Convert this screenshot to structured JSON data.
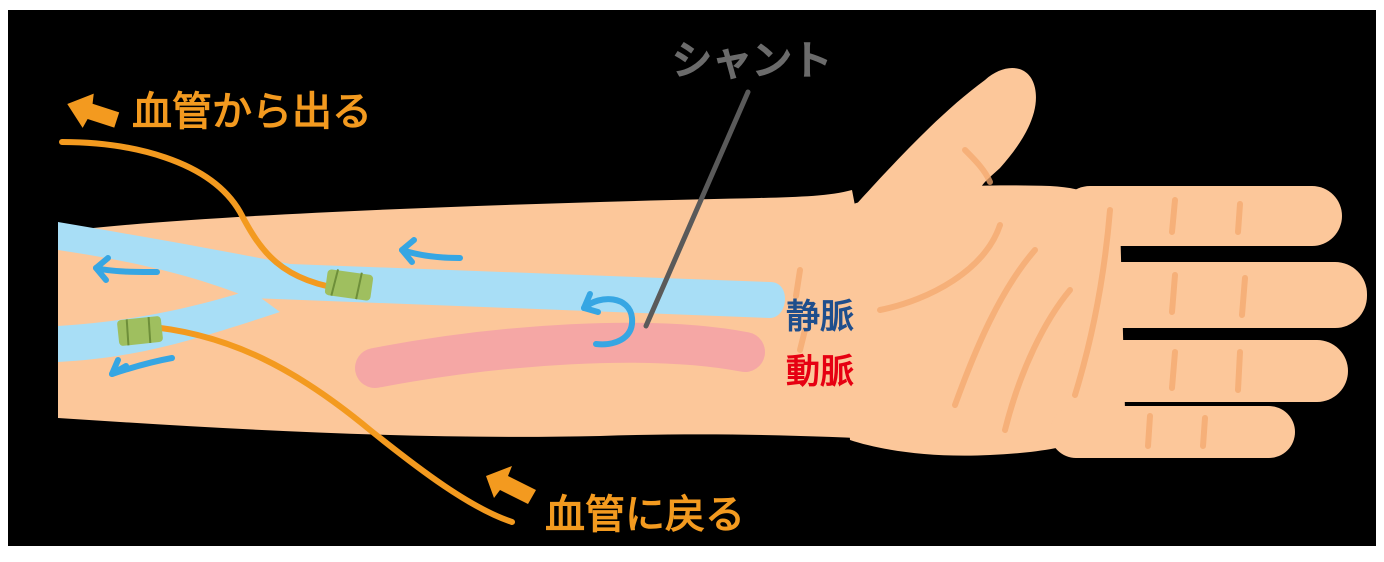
{
  "labels": {
    "shunt": "シャント",
    "blood_out": "血管から出る",
    "blood_return": "血管に戻る",
    "vein": "静脈",
    "artery": "動脈"
  },
  "colors": {
    "background": "#000000",
    "skin": "#fcc79a",
    "skin_line": "#f5a96e",
    "vein": "#a8def6",
    "artery": "#f5a7a5",
    "arrow": "#36a6e3",
    "tube": "#f39a1f",
    "needle": "#9fbf5f",
    "pointer": "#5a5a5a",
    "vein_text": "#1f4e8c",
    "artery_text": "#e60012",
    "shunt_text": "#6b6b6b",
    "orange_text": "#f39a1f"
  }
}
